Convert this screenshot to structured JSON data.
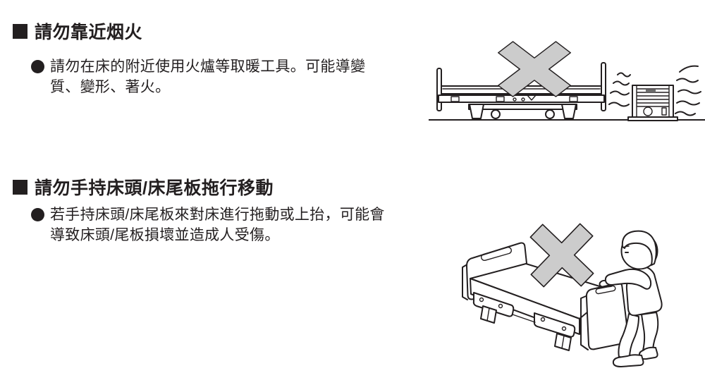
{
  "page": {
    "background": "#ffffff",
    "ink_color": "#231f20",
    "x_mark_fill": "#cccccc",
    "x_mark_stroke": "#231f20"
  },
  "sections": [
    {
      "marker_icon": "black-square-bullet",
      "heading": "請勿靠近烟火",
      "bullet_icon": "black-circle-bullet",
      "lines": [
        "請勿在床的附近使用火爐等取暖工具。可能導變",
        "質、變形、著火。"
      ],
      "illustration": "bed-beside-heater-prohibited"
    },
    {
      "marker_icon": "black-square-bullet",
      "heading": "請勿手持床頭/床尾板拖行移動",
      "bullet_icon": "black-circle-bullet",
      "lines": [
        "若手持床頭/床尾板來對床進行拖動或上抬，可能會",
        "導致床頭/尾板損壞並造成人受傷。"
      ],
      "illustration": "person-dragging-bed-by-footboard-prohibited"
    }
  ]
}
